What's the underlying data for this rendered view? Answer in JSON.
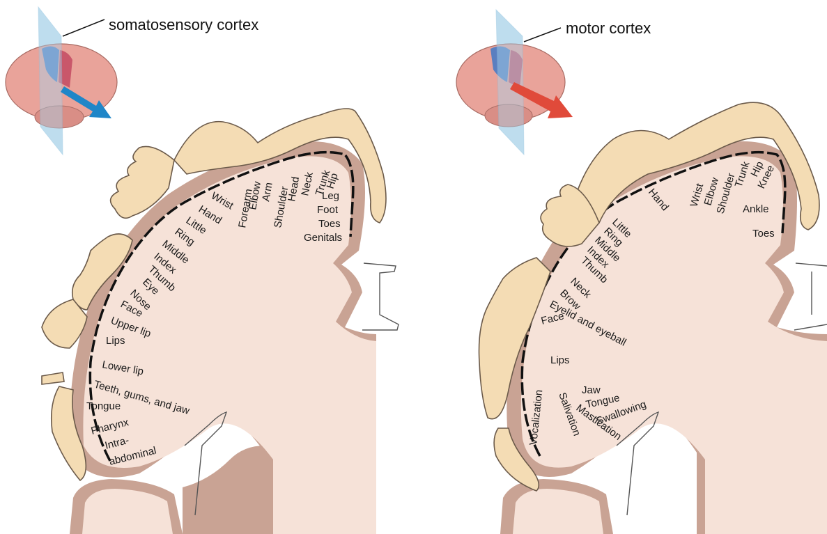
{
  "colors": {
    "cortex": "#c9a394",
    "white_matter": "#f6e2d8",
    "body": "#f4dcb4",
    "body_outline": "#6b5a4a",
    "somatosensory_arrow": "#1f86c8",
    "motor_arrow": "#e04a3a",
    "plane": "#a9d3ea"
  },
  "somatosensory": {
    "title": "somatosensory cortex",
    "icon": "brain-with-coronal-plane-icon",
    "labels": [
      "Genitals",
      "Toes",
      "Foot",
      "Leg",
      "Hip",
      "Trunk",
      "Neck",
      "Head",
      "Shoulder",
      "Arm",
      "Elbow",
      "Forearm",
      "Wrist",
      "Hand",
      "Little",
      "Ring",
      "Middle",
      "Index",
      "Thumb",
      "Eye",
      "Nose",
      "Face",
      "Upper lip",
      "Lips",
      "Lower lip",
      "Teeth, gums, and jaw",
      "Tongue",
      "Pharynx",
      "Intra-",
      "abdominal"
    ]
  },
  "motor": {
    "title": "motor cortex",
    "icon": "brain-with-coronal-plane-icon",
    "labels": [
      "Toes",
      "Ankle",
      "Knee",
      "Hip",
      "Trunk",
      "Shoulder",
      "Elbow",
      "Wrist",
      "Hand",
      "Little",
      "Ring",
      "Middle",
      "Index",
      "Thumb",
      "Neck",
      "Brow",
      "Eyelid and eyeball",
      "Face",
      "Lips",
      "Jaw",
      "Tongue",
      "Swallowing",
      "Mastication",
      "Salivation",
      "Vocalization"
    ]
  }
}
